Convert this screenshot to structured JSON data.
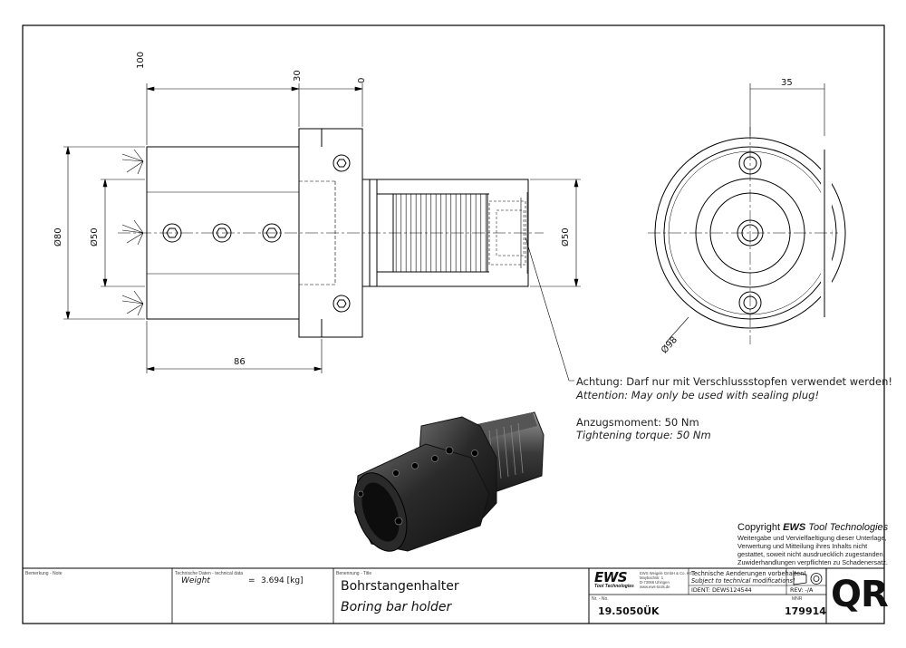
{
  "drawing": {
    "dimensions": {
      "d100": "100",
      "d30": "30",
      "d0": "0",
      "dia80": "Ø80",
      "dia50_left": "Ø50",
      "dia50_right": "Ø50",
      "len86": "86",
      "dim35": "35",
      "dia98": "Ø98"
    },
    "notes": {
      "warning_de": "Achtung: Darf nur mit Verschlussstopfen verwendet werden!",
      "warning_en": "Attention: May only be used with sealing plug!",
      "torque_de": "Anzugsmoment: 50 Nm",
      "torque_en": "Tightening torque: 50 Nm"
    },
    "copyright": {
      "prefix": "Copyright ",
      "brand": "EWS",
      "suffix": " Tool Technologies",
      "lines": [
        "Weitergabe und Vervielfaeltigung dieser Unterlage,",
        "Verwertung und Mitteilung ihres Inhalts nicht",
        "gestattet, soweit nicht ausdruecklich zugestanden.",
        "Zuwiderhandlungen verpflichten zu Schadenersatz."
      ]
    }
  },
  "title_block": {
    "remark_label": "Bemerkung - Note",
    "tech_label": "Technische Daten - technical data",
    "weight_label": "Weight",
    "weight_eq": "=",
    "weight_value": "3.694 [kg]",
    "title_label": "Benennung - Title",
    "title_de": "Bohrstangenhalter",
    "title_en": "Boring bar holder",
    "company_logo": "EWS",
    "company_logo_sub": "Tool Technologies",
    "company_address": [
      "EWS Weigele GmbH & Co. KG",
      "Maybachstr. 1",
      "D-73066 Uhingen",
      "www.ews-tools.de"
    ],
    "changes_de": "Technische Aenderungen vorbehalten!",
    "changes_en": "Subject to technical modifications!",
    "ident": "IDENT: DEWS124544",
    "rev": "REV: -/A",
    "nr_label": "Nr. - No.",
    "nr_value": "19.5050ÜK",
    "mnr_label": "MNR",
    "mnr_value": "179914",
    "qr": "QR"
  }
}
